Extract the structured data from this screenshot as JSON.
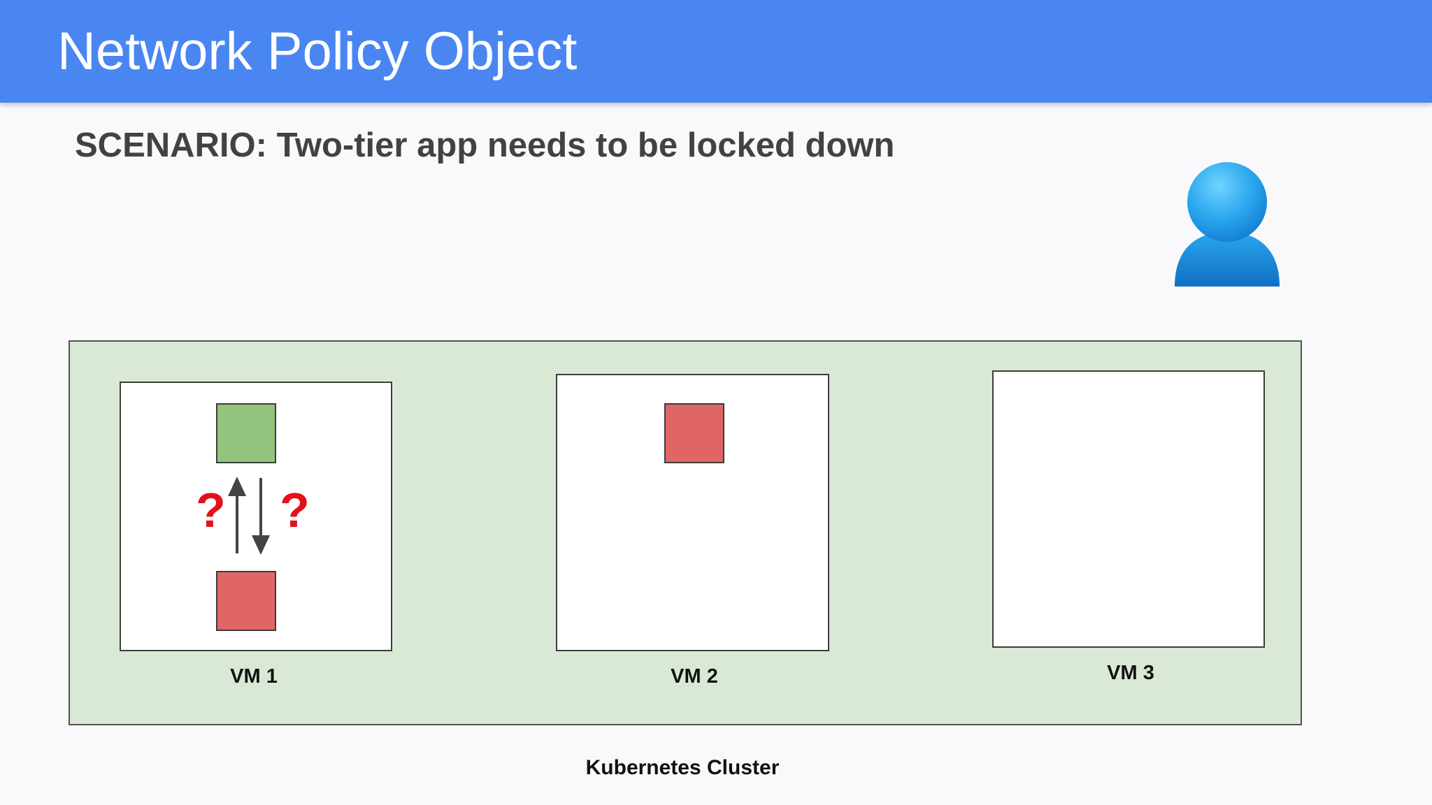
{
  "slide": {
    "title": "Network Policy Object",
    "scenario": "SCENARIO: Two-tier app needs to be locked down"
  },
  "cluster": {
    "label": "Kubernetes Cluster",
    "background_color": "#dae9d5"
  },
  "vms": [
    {
      "label": "VM 1",
      "pods": [
        "green",
        "red"
      ]
    },
    {
      "label": "VM 2",
      "pods": [
        "red"
      ]
    },
    {
      "label": "VM 3",
      "pods": []
    }
  ],
  "connection": {
    "marker_left": "?",
    "marker_right": "?"
  },
  "colors": {
    "header": "#4a86f2",
    "pod_green": "#93c47d",
    "pod_red": "#e06666",
    "question_mark": "#e3111b",
    "user_icon": "#1a9be6"
  },
  "icons": {
    "user": "user-icon",
    "arrows": "bidirectional-arrows-icon"
  }
}
